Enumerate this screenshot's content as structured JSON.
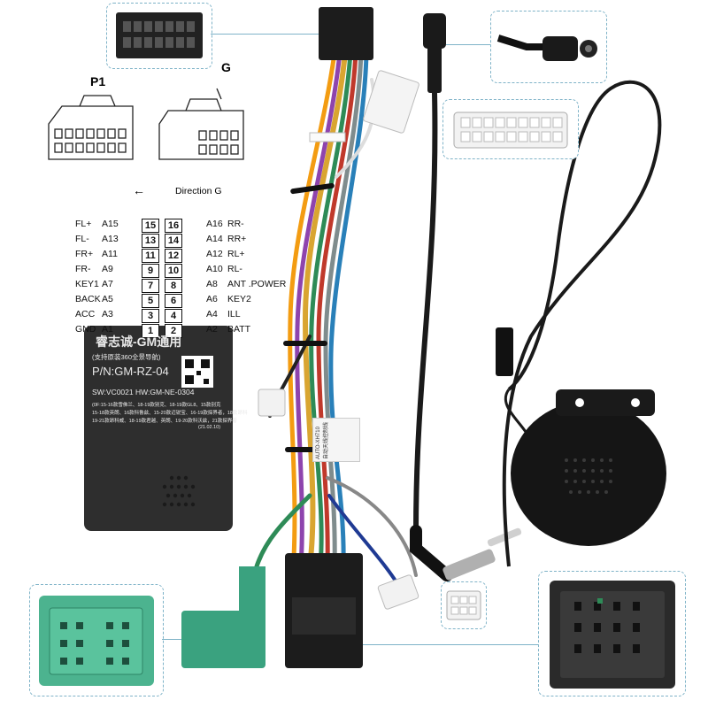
{
  "diagram": {
    "p1_label": "P1",
    "g_label": "G",
    "direction_label": "Direction G"
  },
  "pinout": {
    "rows": [
      {
        "lname": "FL+",
        "lpin": "A15",
        "n1": "15",
        "n2": "16",
        "rpin": "A16",
        "rname": "RR-"
      },
      {
        "lname": "FL-",
        "lpin": "A13",
        "n1": "13",
        "n2": "14",
        "rpin": "A14",
        "rname": "RR+"
      },
      {
        "lname": "FR+",
        "lpin": "A11",
        "n1": "11",
        "n2": "12",
        "rpin": "A12",
        "rname": "RL+"
      },
      {
        "lname": "FR-",
        "lpin": "A9",
        "n1": "9",
        "n2": "10",
        "rpin": "A10",
        "rname": "RL-"
      },
      {
        "lname": "KEY1",
        "lpin": "A7",
        "n1": "7",
        "n2": "8",
        "rpin": "A8",
        "rname": "ANT .POWER"
      },
      {
        "lname": "BACK",
        "lpin": "A5",
        "n1": "5",
        "n2": "6",
        "rpin": "A6",
        "rname": "KEY2"
      },
      {
        "lname": "ACC",
        "lpin": "A3",
        "n1": "3",
        "n2": "4",
        "rpin": "A4",
        "rname": "ILL"
      },
      {
        "lname": "GND",
        "lpin": "A1",
        "n1": "1",
        "n2": "2",
        "rpin": "A2",
        "rname": "BATT"
      }
    ]
  },
  "module": {
    "title": "睿志诚-GM通用",
    "subtitle": "(支持原装360全景导航)",
    "part_number": "P/N:GM-RZ-04",
    "versions": "SW:VC0021  HW:GM-NE-0304",
    "fine_print_1": "(0F:15-16款雪佛兰、18-19款别克、18-19款GL8、15款别克",
    "fine_print_2": "15-18款英朗、16款科鲁兹、15-20款迈锐宝、16-19款探界者，18款昂科",
    "fine_print_3": "19-21款昂科威、18-19款君越、英朗、19-20款科沃兹，21款探界者",
    "date": "(21.02.10)",
    "side_label_1": "AUTO-XH710",
    "side_label_2": "自动天线控制线"
  },
  "colors": {
    "inset_border": "#7fb3c8",
    "module_body": "#2e2e2e",
    "green_connector": "#3aa27f",
    "black_connector": "#1c1c1c"
  }
}
